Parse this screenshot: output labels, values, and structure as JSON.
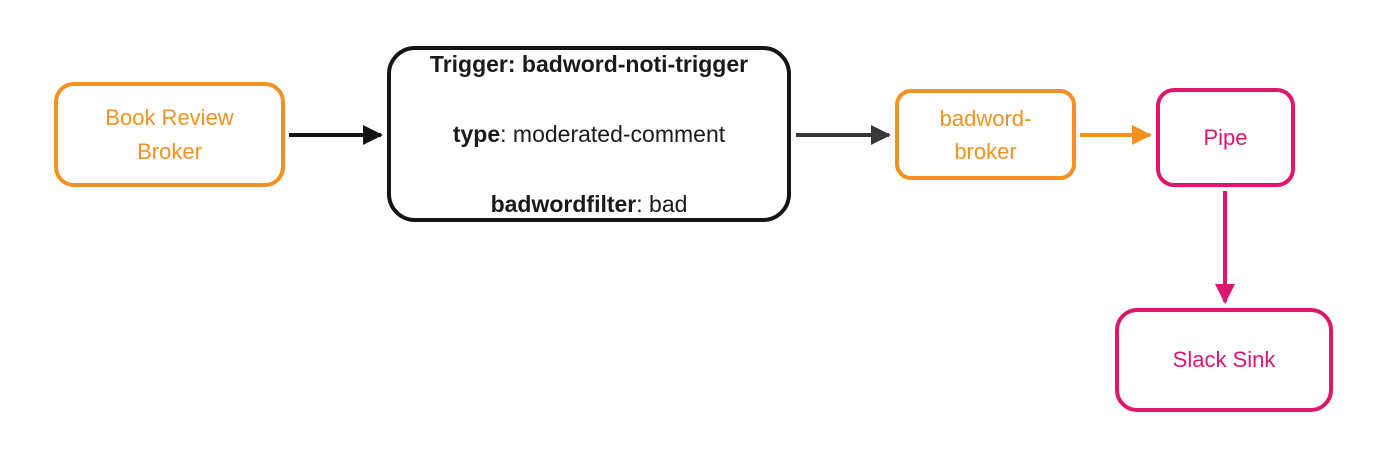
{
  "diagram": {
    "type": "flowchart",
    "colors": {
      "orange": "#F2911F",
      "pink": "#DE166D",
      "black": "#141414",
      "darkgray": "#383838",
      "textdark": "#1A1A1A",
      "white": "#FFFFFF"
    },
    "nodes": {
      "book_review_broker": {
        "label": "Book Review\nBroker",
        "color": "#F2911F"
      },
      "trigger": {
        "line1": "Trigger: badword-noti-trigger",
        "line2_key": "type",
        "line2_value": ": moderated-comment",
        "line3_key": "badwordfilter",
        "line3_value": ": bad",
        "color": "#141414"
      },
      "badword_broker": {
        "label": "badword-\nbroker",
        "color": "#F2911F"
      },
      "pipe": {
        "label": "Pipe",
        "color": "#DE166D"
      },
      "slack_sink": {
        "label": "Slack Sink",
        "color": "#DE166D"
      }
    },
    "edges": [
      {
        "from": "book_review_broker",
        "to": "trigger",
        "color": "#141414"
      },
      {
        "from": "trigger",
        "to": "badword_broker",
        "color": "#383838"
      },
      {
        "from": "badword_broker",
        "to": "pipe",
        "color": "#F2911F"
      },
      {
        "from": "pipe",
        "to": "slack_sink",
        "color": "#DE166D"
      }
    ]
  }
}
